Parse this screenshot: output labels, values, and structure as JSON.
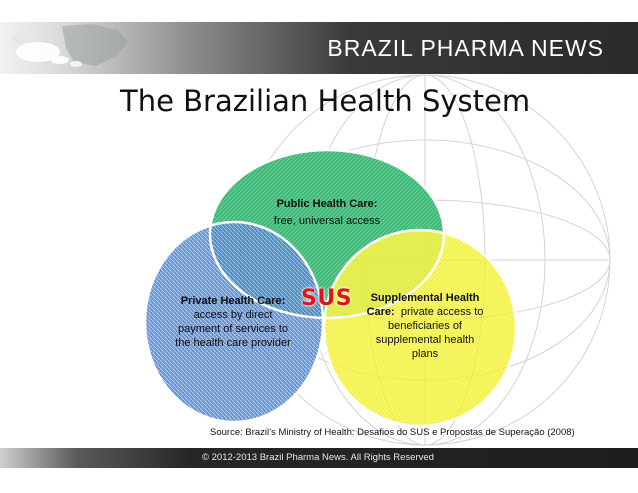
{
  "header": {
    "brand": "BRAZIL PHARMA NEWS"
  },
  "slide": {
    "title": "The Brazilian Health System"
  },
  "venn": {
    "center_label": "SUS",
    "public": {
      "heading": "Public Health Care:",
      "text": "free, universal access"
    },
    "private": {
      "heading": "Private Health Care:",
      "lines": [
        "access by direct",
        "payment of services to",
        "the health care provider"
      ]
    },
    "supplemental": {
      "heading_line1": "Supplemental Health",
      "heading_line2": "Care:",
      "lines": [
        "private access to",
        "beneficiaries of",
        "supplemental health",
        "plans"
      ]
    }
  },
  "source": "Source: Brazil’s Ministry of Health: Desafios do SUS e Propostas de Superação (2008)",
  "footer": {
    "copyright": "© 2012-2013  Brazil Pharma News. All Rights Reserved"
  },
  "colors": {
    "green_circle": "#2fb36b",
    "blue_circle": "#3f76c4",
    "yellow_circle": "#f2f21c",
    "sus_red": "#e01616"
  }
}
